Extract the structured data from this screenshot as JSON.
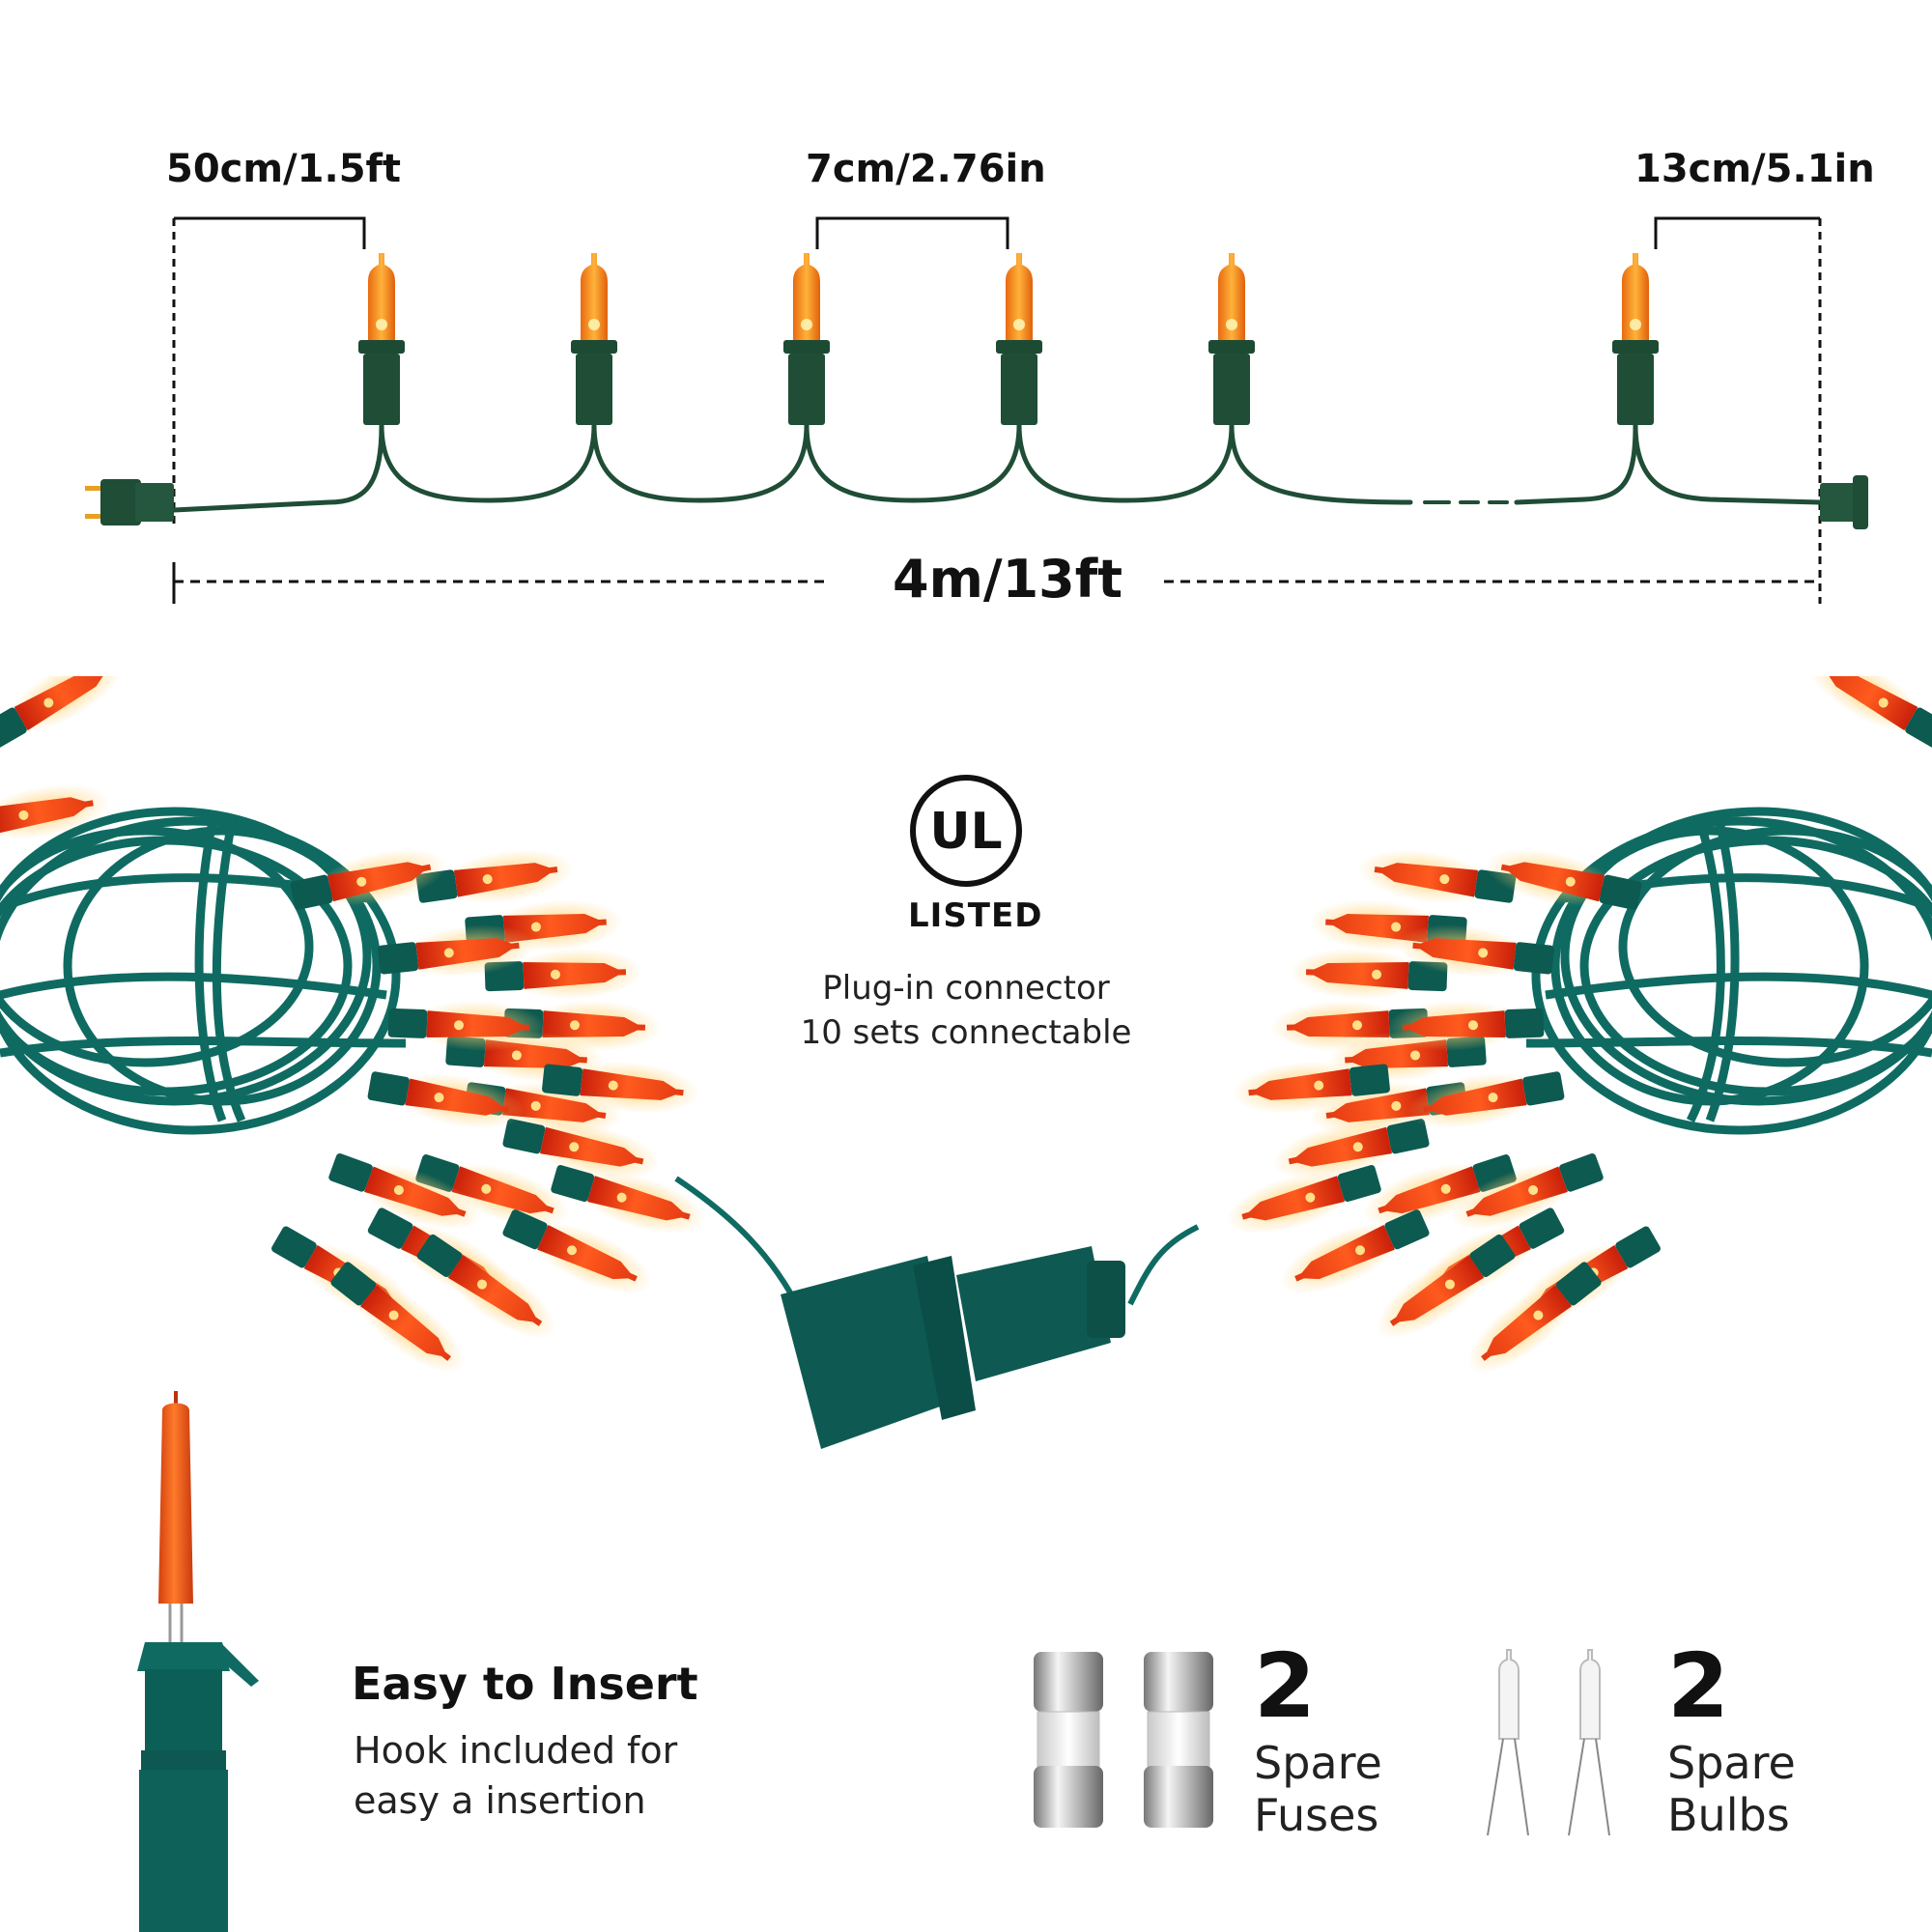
{
  "dimensions": {
    "lead_length": "50cm/1.5ft",
    "bulb_spacing": "7cm/2.76in",
    "end_length": "13cm/5.1in",
    "total_length": "4m/13ft"
  },
  "certification": {
    "logo_letters": "UL",
    "listed_label": "LISTED",
    "connector_line1": "Plug-in connector",
    "connector_line2": "10 sets connectable"
  },
  "insert_feature": {
    "title": "Easy to Insert",
    "description_line1": "Hook included for",
    "description_line2": "easy a insertion"
  },
  "accessories": {
    "fuses_count": "2",
    "fuses_label_line1": "Spare",
    "fuses_label_line2": "Fuses",
    "bulbs_count": "2",
    "bulbs_label_line1": "Spare",
    "bulbs_label_line2": "Bulbs"
  },
  "colors": {
    "wire_green": "#1f4d36",
    "cable_teal": "#0f6b62",
    "bulb_orange": "#f36a1c",
    "bulb_glow": "#ffb43a"
  }
}
